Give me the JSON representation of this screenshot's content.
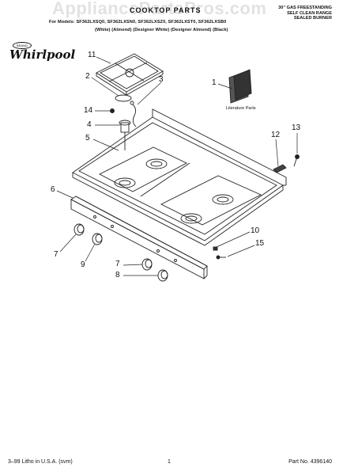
{
  "header": {
    "watermark": "AppliancePartsPros.com",
    "title": "COOKTOP PARTS",
    "models_line": "For Models: SF362LXSQ0, SF362LXSN0, SF362LXSZ0, SF362LXST0, SF362LXSB0",
    "colors_line": "(White)     (Almond)     (Designer White) (Designer Almond)     (Black)",
    "right_lines": [
      "30\" GAS FREESTANDING",
      "SELF CLEAN RANGE",
      "SEALED BURNER"
    ]
  },
  "brand": {
    "name": "Whirlpool",
    "badge": "BRAND"
  },
  "literature_label": "Literature Parts",
  "callouts": [
    "11",
    "2",
    "3",
    "1",
    "14",
    "4",
    "5",
    "13",
    "12",
    "6",
    "10",
    "15",
    "7",
    "9",
    "7",
    "8"
  ],
  "footer": {
    "left": "3–99 Litho in U.S.A. (svm)",
    "center": "1",
    "right": "Part No. 4396140"
  }
}
